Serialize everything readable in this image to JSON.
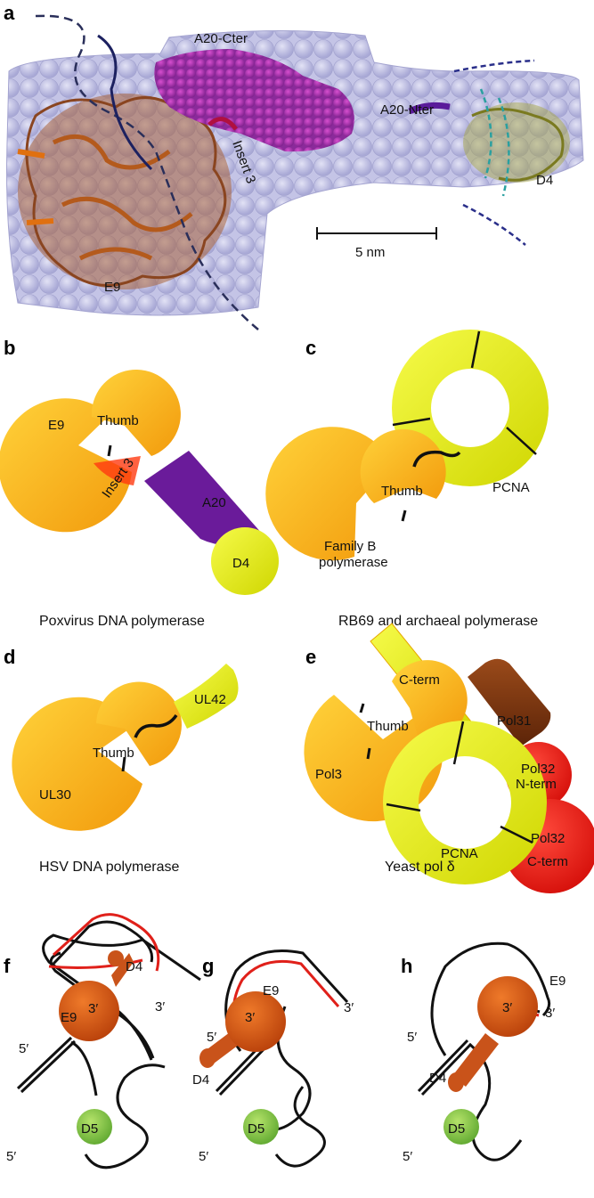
{
  "panels": {
    "a": "a",
    "b": "b",
    "c": "c",
    "d": "d",
    "e": "e",
    "f": "f",
    "g": "g",
    "h": "h"
  },
  "panel_a": {
    "a20_cter": "A20-Cter",
    "a20_nter": "A20-Nter",
    "insert3": "Insert 3",
    "e9": "E9",
    "d4": "D4",
    "scale": "5 nm"
  },
  "panel_b": {
    "e9": "E9",
    "thumb": "Thumb",
    "insert3": "Insert 3",
    "a20": "A20",
    "d4": "D4",
    "caption": "Poxvirus DNA polymerase"
  },
  "panel_c": {
    "thumb": "Thumb",
    "pcna": "PCNA",
    "family1": "Family B",
    "family2": "polymerase",
    "caption": "RB69 and archaeal polymerase"
  },
  "panel_d": {
    "ul42": "UL42",
    "thumb": "Thumb",
    "ul30": "UL30",
    "caption": "HSV DNA polymerase"
  },
  "panel_e": {
    "cterm": "C-term",
    "thumb": "Thumb",
    "pol31": "Pol31",
    "pol3": "Pol3",
    "pol32n1": "Pol32",
    "pol32n2": "N-term",
    "pcna": "PCNA",
    "pol32c1": "Pol32",
    "pol32c2": "C-term",
    "caption": "Yeast pol δ"
  },
  "panel_f": {
    "d4": "D4",
    "e9": "E9",
    "three1": "3′",
    "three2": "3′",
    "five1": "5′",
    "five2": "5′",
    "d5": "D5"
  },
  "panel_g": {
    "e9": "E9",
    "three1": "3′",
    "three2": "3′",
    "five1": "5′",
    "five2": "5′",
    "d4": "D4",
    "d5": "D5"
  },
  "panel_h": {
    "e9": "E9",
    "three1": "3′",
    "three2": "3′",
    "five1": "5′",
    "five2": "5′",
    "d4": "D4",
    "d5": "D5"
  },
  "colors": {
    "orange": "#f5a623",
    "yellow": "#e8f02a",
    "purple": "#6a1b9a",
    "red": "#e0201a",
    "brown": "#7a3410",
    "green": "#8cc63f",
    "lavender": "#b8b8e0"
  }
}
